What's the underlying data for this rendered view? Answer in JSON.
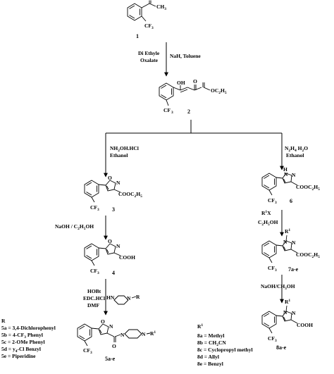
{
  "compounds": {
    "c1": {
      "label": "1",
      "sub_ch3": "CH",
      "sub_ch3_idx": "3",
      "sub_cf3": "CF",
      "sub_cf3_idx": "3"
    },
    "c2": {
      "label": "2",
      "oh": "OH",
      "o": "O",
      "ester": "OC",
      "ester_idx": "2",
      "ester_tail": "H",
      "ester_tail_idx": "5",
      "cf3": "CF",
      "cf3_idx": "3"
    },
    "c3": {
      "label": "3",
      "ring_o": "O",
      "ring_n": "N",
      "ester": "COOC",
      "ester_idx": "2",
      "ester_tail": "H",
      "ester_tail_idx": "5",
      "cf3": "CF",
      "cf3_idx": "3"
    },
    "c4": {
      "label": "4",
      "ring_o": "O",
      "ring_n": "N",
      "acid": "COOH",
      "cf3": "CF",
      "cf3_idx": "3"
    },
    "c5": {
      "label": "5a-e",
      "ring_o": "O",
      "ring_n": "N",
      "carbonyl_o": "O",
      "amine_n1": "N",
      "amine_n2": "N",
      "amine_r": "R",
      "amine_r_sup": "1",
      "cf3": "CF",
      "cf3_idx": "3"
    },
    "c6": {
      "label": "6",
      "ring_nh": "H",
      "ring_n1": "N",
      "ring_n2": "N",
      "ester": "COOC",
      "ester_idx": "2",
      "ester_tail": "H",
      "ester_tail_idx": "5",
      "cf3": "CF",
      "cf3_idx": "3"
    },
    "c7": {
      "label": "7a-e",
      "r1": "R",
      "r1_sup": "1",
      "ring_n1": "N",
      "ring_n2": "N",
      "ester": "COOC",
      "ester_idx": "2",
      "ester_tail": "H",
      "ester_tail_idx": "5",
      "cf3": "CF",
      "cf3_idx": "3"
    },
    "c8": {
      "label": "8a-e",
      "r1": "R",
      "r1_sup": "1",
      "ring_n1": "N",
      "ring_n2": "N",
      "acid": "COOH",
      "cf3": "CF",
      "cf3_idx": "3"
    }
  },
  "reagents": {
    "step1": {
      "line1": "Di Ethyle",
      "line2": "Oxalate",
      "right": "NaH, Toluene"
    },
    "step2": {
      "line1": "NH",
      "line1_idx": "2",
      "line1_tail": "OH.HCl",
      "line2": "Ethanol"
    },
    "step3": {
      "line1": "N",
      "line1_idx1": "2",
      "line1_mid": "H",
      "line1_idx2": "4",
      "line1_tail": "H",
      "line1_idx3": "2",
      "line1_end": "O",
      "line2": "Ethanol"
    },
    "step4": {
      "text": "NaOH / C",
      "idx1": "2",
      "mid": "H",
      "idx2": "5",
      "tail": "OH"
    },
    "step5": {
      "line1": "HOBt",
      "line2": "EDC.HCl",
      "line3": "DMF",
      "amine_hn": "HN",
      "amine_n": "N",
      "amine_r": "R"
    },
    "step6": {
      "line1": "R",
      "line1_sup": "1",
      "line1_tail": "X",
      "line2": "C",
      "line2_idx1": "2",
      "line2_mid": "H",
      "line2_idx2": "5",
      "line2_tail": "OH"
    },
    "step7": {
      "text": "NaOH/CH",
      "idx1": "3",
      "tail": "OH"
    }
  },
  "legend_5": {
    "header": "R",
    "items": [
      {
        "code": "5a",
        "value": "3,4-Dichlorophenyl"
      },
      {
        "code": "5b",
        "value": "4-CF",
        "idx": "3",
        "tail": " Phenyl"
      },
      {
        "code": "5c",
        "value": "2-OMe Phenyl"
      },
      {
        "code": "5d",
        "value": "y",
        "idx": "4",
        "tail": "-Cl Benzyl"
      },
      {
        "code": "5e",
        "value": "Piperidine"
      }
    ]
  },
  "legend_8": {
    "header": "R",
    "header_sup": "1",
    "items": [
      {
        "code": "8a",
        "value": "Methyl"
      },
      {
        "code": "8b",
        "value": "CH",
        "idx": "2",
        "tail": "CN"
      },
      {
        "code": "8c",
        "value": "Cyclopropyl methyl"
      },
      {
        "code": "8d",
        "value": "Allyl"
      },
      {
        "code": "8e",
        "value": "Benzyl"
      }
    ]
  }
}
